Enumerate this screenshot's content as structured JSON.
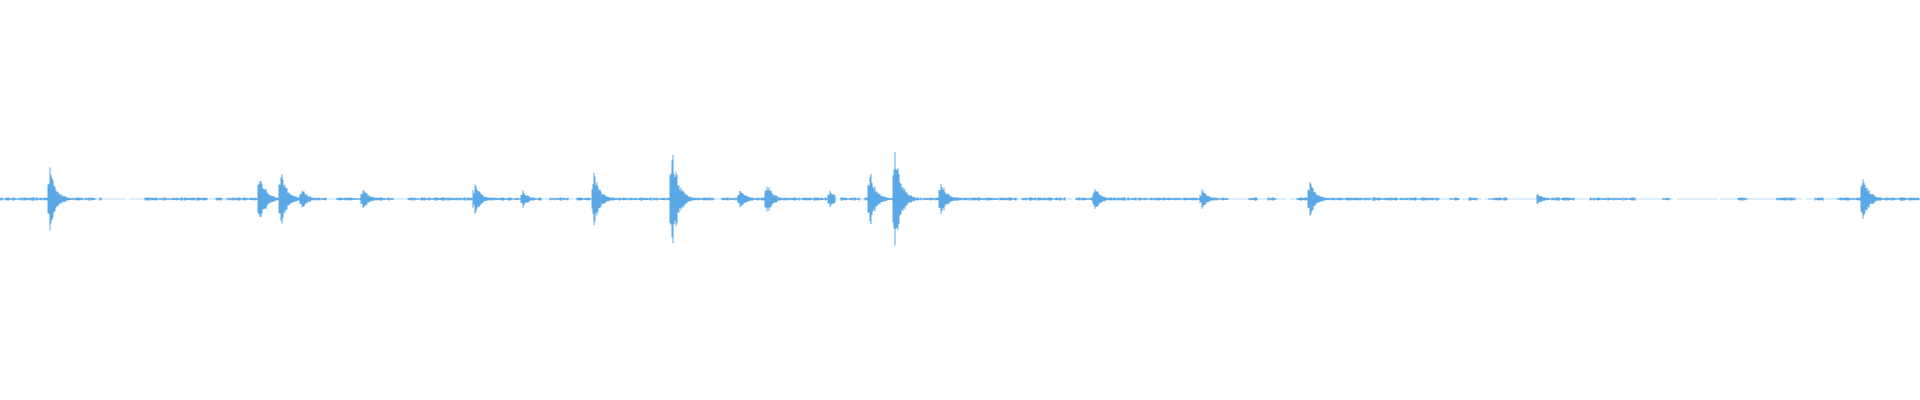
{
  "waveform": {
    "color": "#5aa9e6",
    "bursts": [
      {
        "pos": 0.026,
        "amp": 0.18
      },
      {
        "pos": 0.135,
        "amp": 0.16
      },
      {
        "pos": 0.146,
        "amp": 0.18
      },
      {
        "pos": 0.157,
        "amp": 0.06
      },
      {
        "pos": 0.189,
        "amp": 0.06
      },
      {
        "pos": 0.247,
        "amp": 0.09
      },
      {
        "pos": 0.272,
        "amp": 0.05
      },
      {
        "pos": 0.309,
        "amp": 0.16
      },
      {
        "pos": 0.35,
        "amp": 0.28
      },
      {
        "pos": 0.385,
        "amp": 0.06
      },
      {
        "pos": 0.399,
        "amp": 0.1
      },
      {
        "pos": 0.432,
        "amp": 0.05
      },
      {
        "pos": 0.453,
        "amp": 0.16
      },
      {
        "pos": 0.466,
        "amp": 0.3
      },
      {
        "pos": 0.49,
        "amp": 0.1
      },
      {
        "pos": 0.57,
        "amp": 0.07
      },
      {
        "pos": 0.626,
        "amp": 0.05
      },
      {
        "pos": 0.682,
        "amp": 0.1
      },
      {
        "pos": 0.8,
        "amp": 0.04
      },
      {
        "pos": 0.97,
        "amp": 0.15
      }
    ],
    "gaps": [
      [
        0.05,
        0.052
      ],
      [
        0.053,
        0.075
      ],
      [
        0.108,
        0.112
      ],
      [
        0.116,
        0.118
      ],
      [
        0.17,
        0.175
      ],
      [
        0.205,
        0.212
      ],
      [
        0.282,
        0.286
      ],
      [
        0.296,
        0.3
      ],
      [
        0.372,
        0.376
      ],
      [
        0.435,
        0.438
      ],
      [
        0.448,
        0.45
      ],
      [
        0.53,
        0.532
      ],
      [
        0.555,
        0.56
      ],
      [
        0.64,
        0.65
      ],
      [
        0.655,
        0.66
      ],
      [
        0.665,
        0.675
      ],
      [
        0.75,
        0.755
      ],
      [
        0.76,
        0.765
      ],
      [
        0.77,
        0.775
      ],
      [
        0.785,
        0.8
      ],
      [
        0.82,
        0.828
      ],
      [
        0.852,
        0.866
      ],
      [
        0.87,
        0.905
      ],
      [
        0.91,
        0.925
      ],
      [
        0.935,
        0.945
      ],
      [
        0.95,
        0.957
      ]
    ]
  }
}
